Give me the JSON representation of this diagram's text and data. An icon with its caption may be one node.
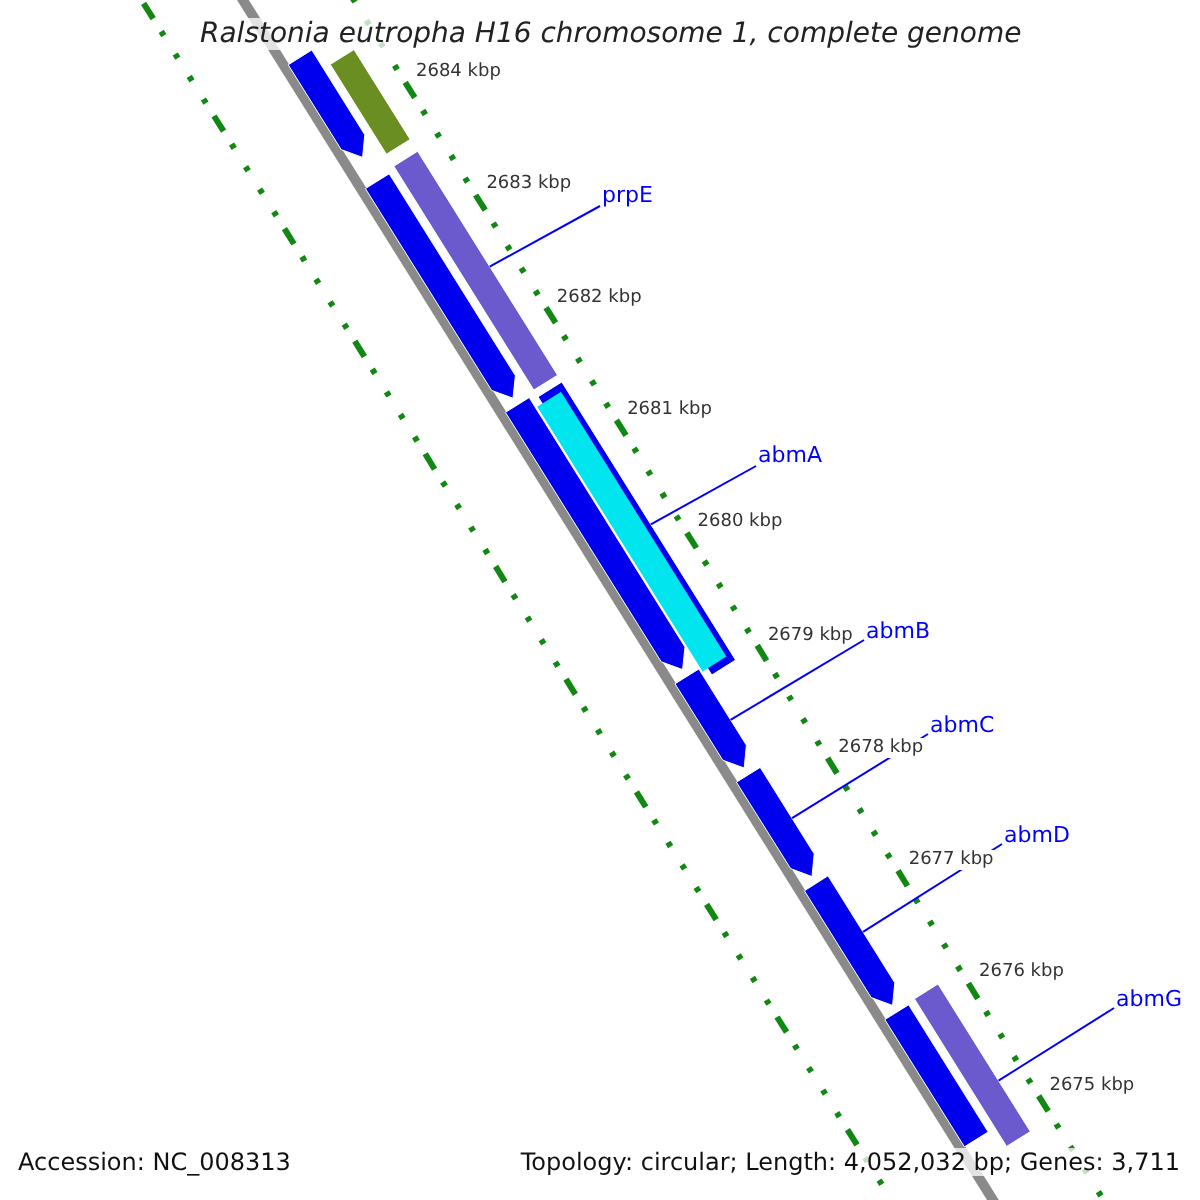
{
  "diagram": {
    "title": "Ralstonia eutropha H16 chromosome 1, complete genome",
    "nodes": [
      {
        "text": [
          "prpE"
        ]
      },
      {
        "text": [
          "abmA"
        ]
      },
      {
        "text": [
          "abmB"
        ]
      },
      {
        "text": [
          "abmC"
        ]
      },
      {
        "text": [
          "abmD"
        ]
      },
      {
        "text": [
          "abmG"
        ]
      },
      {
        "text": [],
        "shape": "bar"
      },
      {
        "text": [],
        "shape": "arrow"
      },
      {
        "text": [],
        "shape": "bar"
      },
      {
        "text": [],
        "shape": "arrow"
      },
      {
        "text": [],
        "shape": "arrow"
      },
      {
        "text": [],
        "shape": "bar"
      },
      {
        "text": [],
        "shape": "arrow"
      },
      {
        "text": [],
        "shape": "arrow"
      },
      {
        "text": [],
        "shape": "arrow"
      },
      {
        "text": [],
        "shape": "bar"
      },
      {
        "text": [],
        "shape": "bar"
      }
    ],
    "edges": [
      {
        "from": 0,
        "to": 8,
        "arrow": "none"
      },
      {
        "from": 1,
        "to": 11,
        "arrow": "none"
      },
      {
        "from": 2,
        "to": 12,
        "arrow": "none"
      },
      {
        "from": 3,
        "to": 13,
        "arrow": "none"
      },
      {
        "from": 4,
        "to": 14,
        "arrow": "none"
      },
      {
        "from": 5,
        "to": 15,
        "arrow": "none"
      }
    ],
    "labels": [
      "2684 kbp",
      "2683 kbp",
      "2682 kbp",
      "2681 kbp",
      "2680 kbp",
      "2679 kbp",
      "2678 kbp",
      "2677 kbp",
      "2676 kbp",
      "2675 kbp",
      "Accession: NC_008313",
      "Topology: circular; Length: 4,052,032 bp; Genes: 3,711"
    ]
  }
}
